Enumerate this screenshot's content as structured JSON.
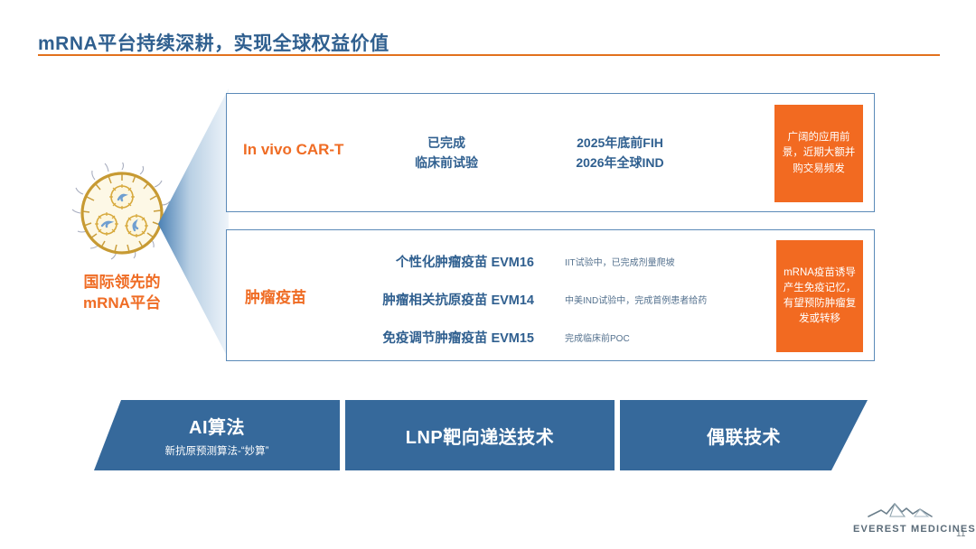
{
  "slide": {
    "title": "mRNA平台持续深耕，实现全球权益价值",
    "page_number": "11",
    "colors": {
      "title_blue": "#2f5f8f",
      "rule_orange": "#e2711d",
      "accent_orange": "#f26a21",
      "banner_blue": "#36699b",
      "card_border": "#5b8ab8"
    }
  },
  "platform": {
    "icon_name": "lipid-nanoparticle-icon",
    "label_line1": "国际领先的",
    "label_line2": "mRNA平台"
  },
  "arrow": {
    "icon_name": "left-chevron-arrow"
  },
  "cards": [
    {
      "id": "car-t",
      "category": "In vivo CAR-T",
      "columns": [
        {
          "line1": "已完成",
          "line2": "临床前试验"
        },
        {
          "line1": "2025年底前FIH",
          "line2": "2026年全球IND"
        }
      ],
      "callout": "广阔的应用前景，近期大额并购交易频发"
    },
    {
      "id": "tumor-vaccine",
      "category": "肿瘤疫苗",
      "rows": [
        {
          "name": "个性化肿瘤疫苗 EVM16",
          "status": "IIT试验中，已完成剂量爬坡"
        },
        {
          "name": "肿瘤相关抗原疫苗 EVM14",
          "status": "中美IND试验中，完成首例患者给药"
        },
        {
          "name": "免疫调节肿瘤疫苗 EVM15",
          "status": "完成临床前POC"
        }
      ],
      "callout": "mRNA疫苗诱导产生免疫记忆，有望预防肿瘤复发或转移"
    }
  ],
  "tech_banner": [
    {
      "title": "AI算法",
      "subtitle": "新抗原预测算法-“妙算”"
    },
    {
      "title": "LNP靶向递送技术",
      "subtitle": ""
    },
    {
      "title": "偶联技术",
      "subtitle": ""
    }
  ],
  "footer": {
    "logo_text": "EVEREST MEDICINES",
    "logo_mark_name": "mountain-logo-icon"
  }
}
